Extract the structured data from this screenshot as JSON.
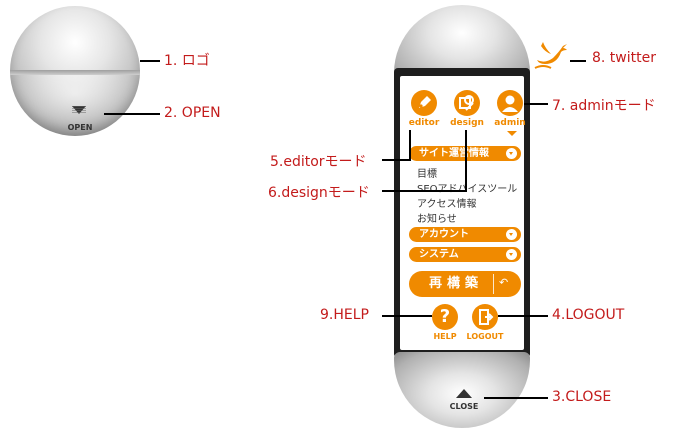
{
  "closed_ball": {
    "open_label": "OPEN"
  },
  "capsule": {
    "modes": [
      {
        "label": "editor"
      },
      {
        "label": "design"
      },
      {
        "label": "admin"
      }
    ],
    "sections": {
      "site_info": "サイト運営情報",
      "site_items": [
        "目標",
        "SEOアドバイスツール",
        "アクセス情報",
        "お知らせ"
      ],
      "account": "アカウント",
      "system": "システム"
    },
    "rebuild_label": "再構築",
    "help_label": "HELP",
    "logout_label": "LOGOUT",
    "close_label": "CLOSE"
  },
  "callouts": {
    "logo": "1. ロゴ",
    "open": "2. OPEN",
    "close": "3.CLOSE",
    "logout": "4.LOGOUT",
    "editor_mode": "5.editorモード",
    "design_mode": "6.designモード",
    "admin_mode": "7. adminモード",
    "twitter": "8. twitter",
    "help": "9.HELP"
  },
  "colors": {
    "accent": "#f08a00",
    "callout_text": "#c31b1b",
    "twitter_bird": "#f08a00"
  }
}
